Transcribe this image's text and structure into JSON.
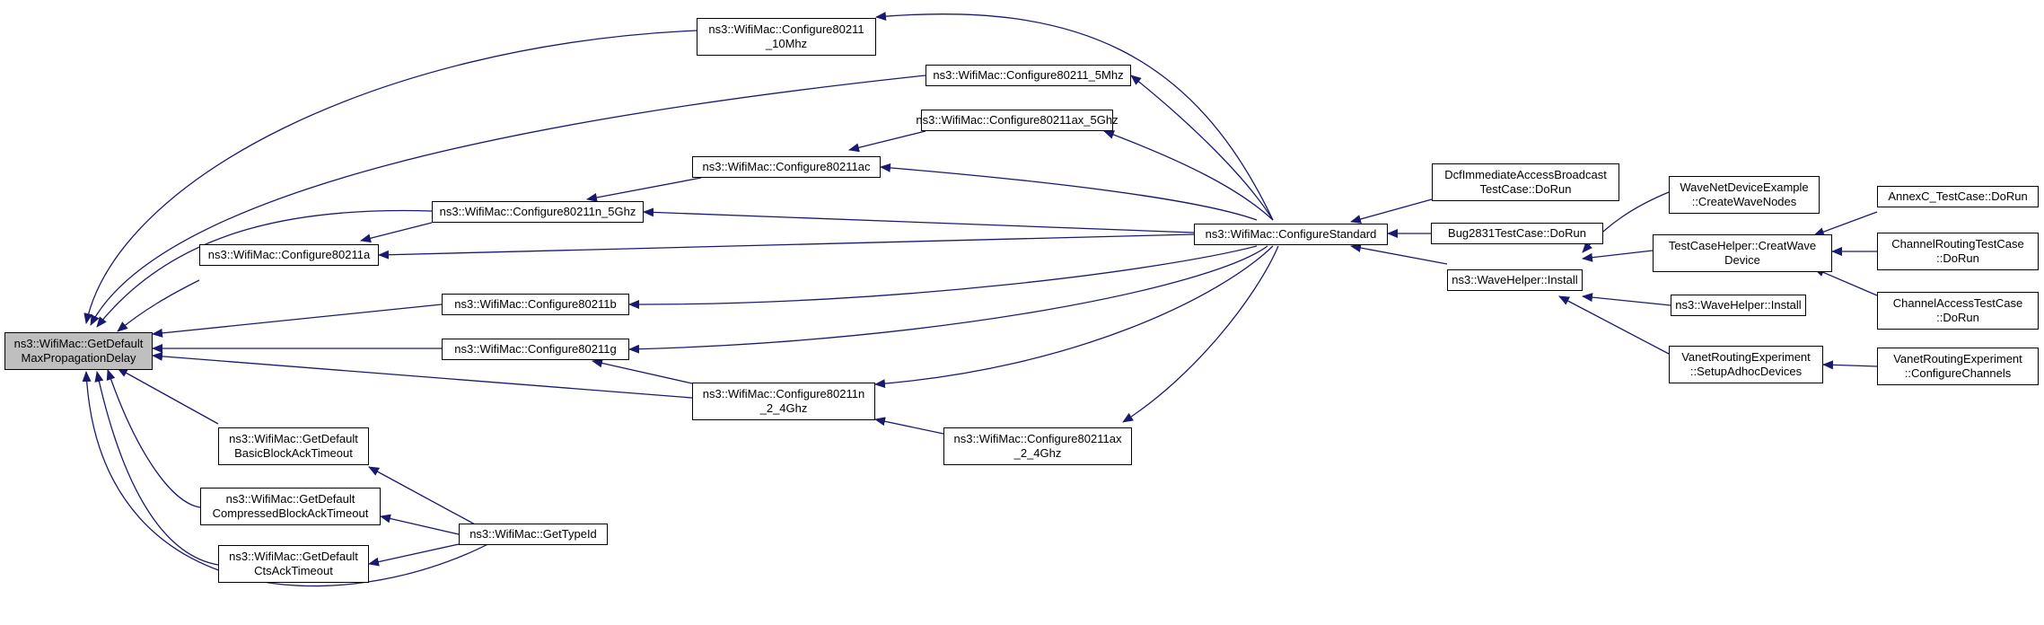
{
  "colors": {
    "edge": "#191970",
    "node_border": "#000000",
    "root_fill": "#bfbfbf",
    "node_fill": "#ffffff"
  },
  "nodes": {
    "root": {
      "l1": "ns3::WifiMac::GetDefault",
      "l2": "MaxPropagationDelay"
    },
    "cfg10": {
      "l1": "ns3::WifiMac::Configure80211",
      "l2": "_10Mhz"
    },
    "cfg5": {
      "l1": "ns3::WifiMac::Configure80211_5Mhz"
    },
    "cfgax5": {
      "l1": "ns3::WifiMac::Configure80211ax_5Ghz"
    },
    "cfgac": {
      "l1": "ns3::WifiMac::Configure80211ac"
    },
    "cfgn5": {
      "l1": "ns3::WifiMac::Configure80211n_5Ghz"
    },
    "cfga": {
      "l1": "ns3::WifiMac::Configure80211a"
    },
    "cfgb": {
      "l1": "ns3::WifiMac::Configure80211b"
    },
    "cfgg": {
      "l1": "ns3::WifiMac::Configure80211g"
    },
    "cfgn24": {
      "l1": "ns3::WifiMac::Configure80211n",
      "l2": "_2_4Ghz"
    },
    "cfgax24": {
      "l1": "ns3::WifiMac::Configure80211ax",
      "l2": "_2_4Ghz"
    },
    "basic": {
      "l1": "ns3::WifiMac::GetDefault",
      "l2": "BasicBlockAckTimeout"
    },
    "compressed": {
      "l1": "ns3::WifiMac::GetDefault",
      "l2": "CompressedBlockAckTimeout"
    },
    "cts": {
      "l1": "ns3::WifiMac::GetDefault",
      "l2": "CtsAckTimeout"
    },
    "typeid": {
      "l1": "ns3::WifiMac::GetTypeId"
    },
    "std": {
      "l1": "ns3::WifiMac::ConfigureStandard"
    },
    "dcf": {
      "l1": "DcfImmediateAccessBroadcast",
      "l2": "TestCase::DoRun"
    },
    "bug": {
      "l1": "Bug2831TestCase::DoRun"
    },
    "wave": {
      "l1": "ns3::WaveHelper::Install"
    },
    "wnd": {
      "l1": "WaveNetDeviceExample",
      "l2": "::CreateWaveNodes"
    },
    "tch": {
      "l1": "TestCaseHelper::CreatWave",
      "l2": "Device"
    },
    "wave2": {
      "l1": "ns3::WaveHelper::Install"
    },
    "vre": {
      "l1": "VanetRoutingExperiment",
      "l2": "::SetupAdhocDevices"
    },
    "annex": {
      "l1": "AnnexC_TestCase::DoRun"
    },
    "crt": {
      "l1": "ChannelRoutingTestCase",
      "l2": "::DoRun"
    },
    "cat": {
      "l1": "ChannelAccessTestCase",
      "l2": "::DoRun"
    },
    "vrc": {
      "l1": "VanetRoutingExperiment",
      "l2": "::ConfigureChannels"
    }
  }
}
